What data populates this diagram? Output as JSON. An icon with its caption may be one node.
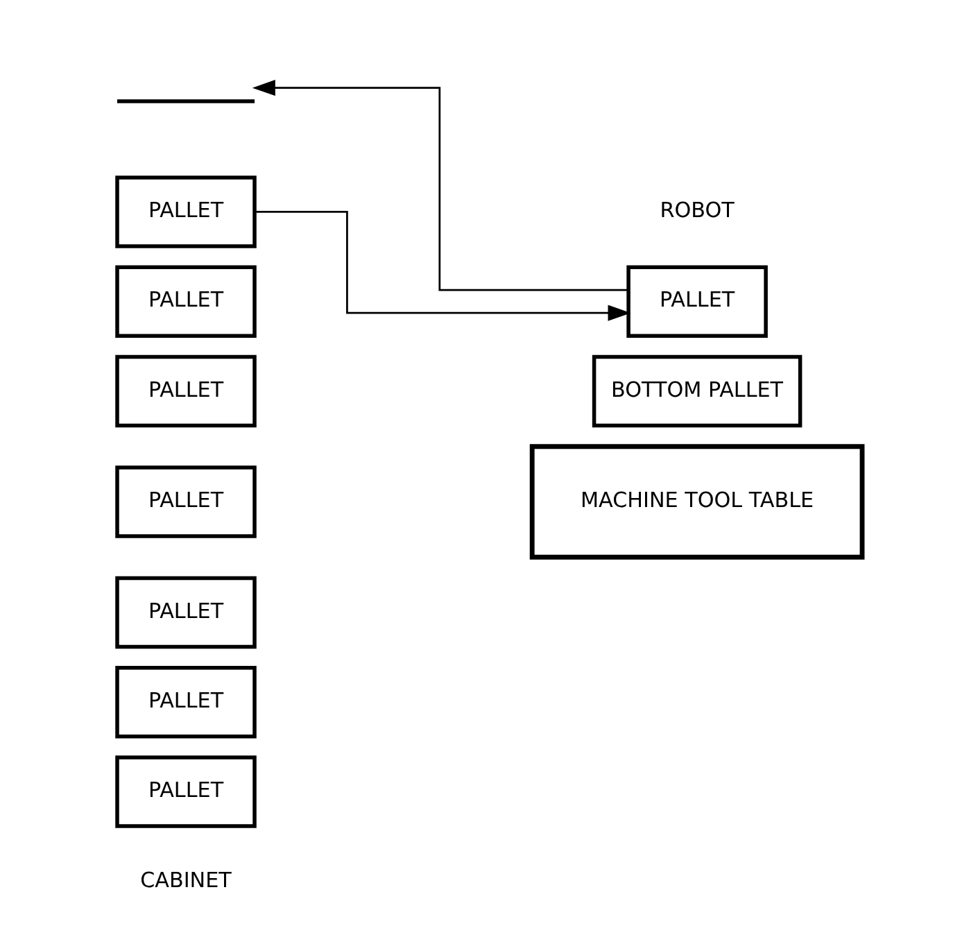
{
  "diagram": {
    "nodes": [
      {
        "text": [
          "PALLET"
        ]
      },
      {
        "text": [
          "BOTTOM PALLET"
        ]
      },
      {
        "text": [
          "MACHINE TOOL TABLE"
        ]
      },
      {
        "text": [
          "PALLET"
        ]
      },
      {
        "text": [
          "PALLET"
        ]
      },
      {
        "text": [
          "PALLET"
        ]
      },
      {
        "text": [
          "PALLET"
        ]
      },
      {
        "text": [
          "PALLET"
        ]
      },
      {
        "text": [
          "PALLET"
        ]
      },
      {
        "text": [
          "PALLET"
        ]
      }
    ],
    "edges": [
      {
        "from": 0,
        "to": null,
        "arrow": "to"
      },
      {
        "from": 3,
        "to": 0,
        "arrow": "to"
      }
    ],
    "labels": [
      "ROBOT",
      "CABINET"
    ]
  }
}
